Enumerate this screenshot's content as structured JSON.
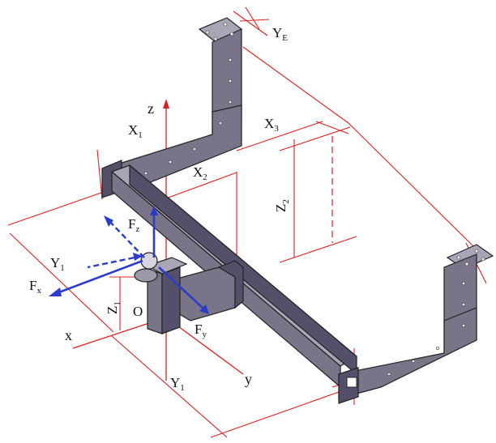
{
  "labels": {
    "ye": "Y",
    "ye_sub": "E",
    "z_axis": "z",
    "x1": "X",
    "x1_sub": "1",
    "x2": "X",
    "x2_sub": "2",
    "x3": "X",
    "x3_sub": "3",
    "z2": "Z",
    "z2_sub": "2",
    "fz": "F",
    "fz_sub": "z",
    "y1_left": "Y",
    "y1_left_sub": "1",
    "fx": "F",
    "fx_sub": "x",
    "z1": "Z",
    "z1_sub": "1",
    "origin": "O",
    "fy": "F",
    "fy_sub": "y",
    "x_axis": "x",
    "y1_bottom": "Y",
    "y1_bottom_sub": "1",
    "y_axis": "y"
  },
  "colors": {
    "dimension": "#e02020",
    "force": "#2b3cc8",
    "structure": "#7a7488"
  }
}
